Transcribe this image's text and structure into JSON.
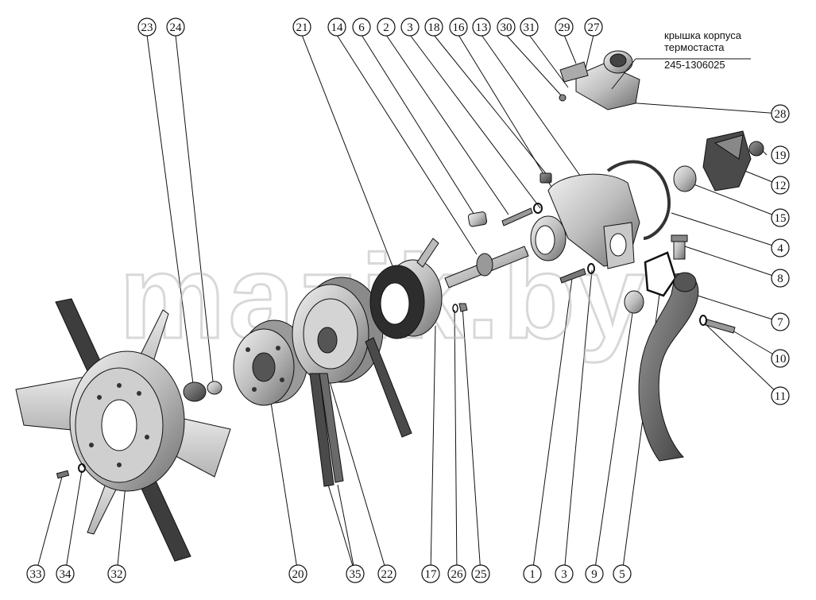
{
  "note": {
    "line1": "крышка корпуса",
    "line2": "термостаста",
    "line3": "245-1306025"
  },
  "watermark": "mazik.by",
  "callouts_top": [
    "23",
    "24",
    "21",
    "14",
    "6",
    "2",
    "3",
    "18",
    "16",
    "13",
    "30",
    "31",
    "29",
    "27"
  ],
  "callouts_right": [
    "28",
    "19",
    "12",
    "15",
    "4",
    "8",
    "7",
    "10",
    "11"
  ],
  "callouts_bottom": [
    "33",
    "34",
    "32",
    "20",
    "35",
    "22",
    "17",
    "26",
    "25",
    "1",
    "3",
    "9",
    "5"
  ],
  "colors": {
    "line": "#111111",
    "part_light": "#d9d9d9",
    "part_mid": "#a8a8a8",
    "part_dark": "#555555",
    "belt": "#4a4a4a"
  }
}
